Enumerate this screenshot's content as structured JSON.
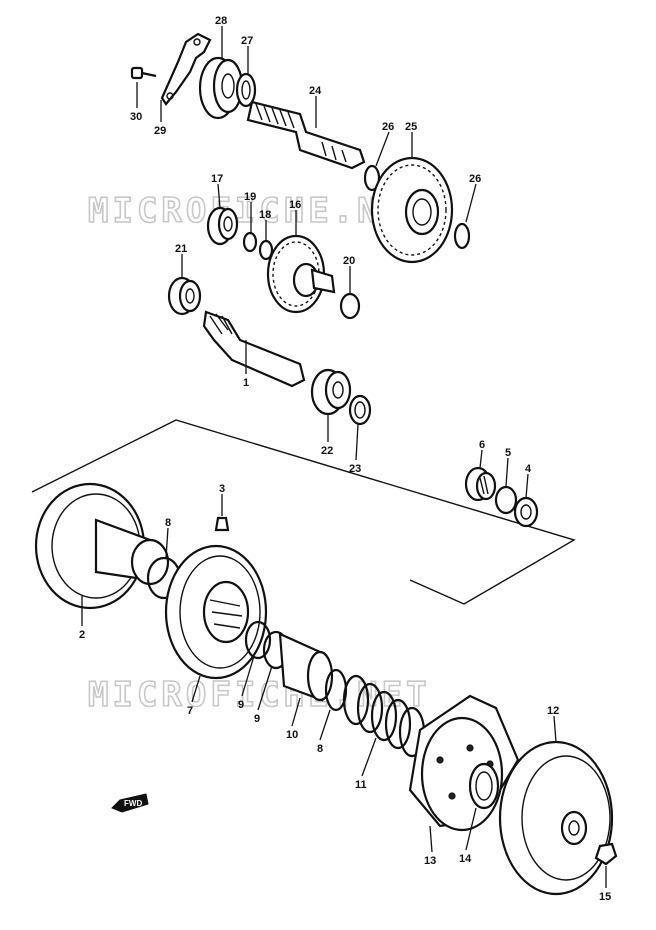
{
  "watermark": "MICROFICHE.NET",
  "direction_label": "FWD",
  "callouts": [
    {
      "id": "c28",
      "label": "28"
    },
    {
      "id": "c27",
      "label": "27"
    },
    {
      "id": "c30",
      "label": "30"
    },
    {
      "id": "c29",
      "label": "29"
    },
    {
      "id": "c24",
      "label": "24"
    },
    {
      "id": "c26a",
      "label": "26"
    },
    {
      "id": "c25",
      "label": "25"
    },
    {
      "id": "c26b",
      "label": "26"
    },
    {
      "id": "c17",
      "label": "17"
    },
    {
      "id": "c19",
      "label": "19"
    },
    {
      "id": "c18",
      "label": "18"
    },
    {
      "id": "c16",
      "label": "16"
    },
    {
      "id": "c21",
      "label": "21"
    },
    {
      "id": "c20",
      "label": "20"
    },
    {
      "id": "c1",
      "label": "1"
    },
    {
      "id": "c22",
      "label": "22"
    },
    {
      "id": "c23",
      "label": "23"
    },
    {
      "id": "c6",
      "label": "6"
    },
    {
      "id": "c5",
      "label": "5"
    },
    {
      "id": "c4",
      "label": "4"
    },
    {
      "id": "c3",
      "label": "3"
    },
    {
      "id": "c8a",
      "label": "8"
    },
    {
      "id": "c2",
      "label": "2"
    },
    {
      "id": "c7",
      "label": "7"
    },
    {
      "id": "c9a",
      "label": "9"
    },
    {
      "id": "c9b",
      "label": "9"
    },
    {
      "id": "c10",
      "label": "10"
    },
    {
      "id": "c8b",
      "label": "8"
    },
    {
      "id": "c11",
      "label": "11"
    },
    {
      "id": "c12",
      "label": "12"
    },
    {
      "id": "c13",
      "label": "13"
    },
    {
      "id": "c14",
      "label": "14"
    },
    {
      "id": "c15",
      "label": "15"
    }
  ]
}
